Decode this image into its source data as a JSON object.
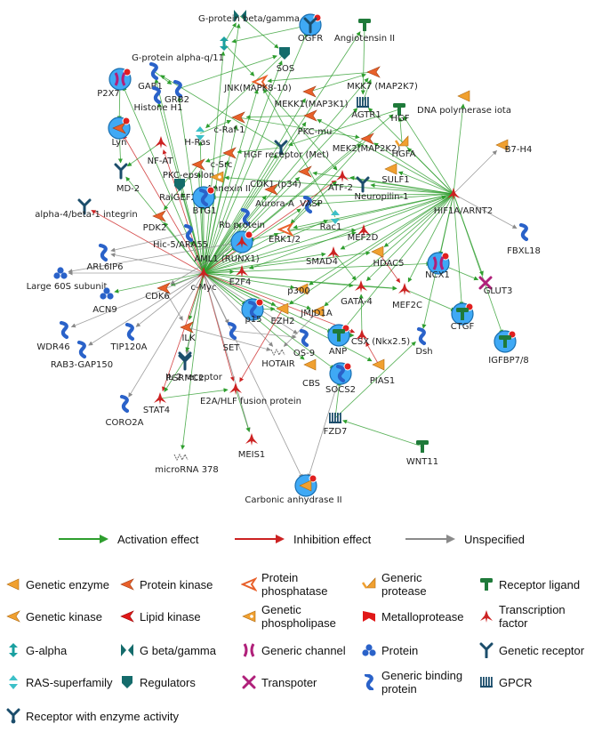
{
  "nodes": [
    {
      "id": "gbg",
      "label": "G-protein beta/gamma",
      "type": "g-beta-gamma"
    },
    {
      "id": "ogfr",
      "label": "OGFR",
      "type": "generic-receptor",
      "ring": true
    },
    {
      "id": "ang2",
      "label": "Angiotensin II",
      "type": "receptor-ligand"
    },
    {
      "id": "gaq",
      "label": "G-protein alpha-q/11",
      "type": "g-alpha"
    },
    {
      "id": "sos",
      "label": "SOS",
      "type": "regulators"
    },
    {
      "id": "gab1",
      "label": "GAB1",
      "type": "generic-binding-protein"
    },
    {
      "id": "p2x7",
      "label": "P2X7",
      "type": "generic-channel",
      "ring": true
    },
    {
      "id": "mkk7",
      "label": "MKK7 (MAP2K7)",
      "type": "protein-kinase"
    },
    {
      "id": "jnk",
      "label": "JNK(MAPK8-10)",
      "type": "protein-phosphatase"
    },
    {
      "id": "grb2",
      "label": "GRB2",
      "type": "generic-binding-protein"
    },
    {
      "id": "histone",
      "label": "Histone H1",
      "type": "generic-binding-protein"
    },
    {
      "id": "mekk1",
      "label": "MEKK1(MAP3K1)",
      "type": "protein-kinase"
    },
    {
      "id": "agtr1",
      "label": "AGTR1",
      "type": "gpcr"
    },
    {
      "id": "dnapol",
      "label": "DNA polymerase iota",
      "type": "genetic-enzyme"
    },
    {
      "id": "lyn",
      "label": "Lyn",
      "type": "protein-kinase",
      "ring": true
    },
    {
      "id": "craf",
      "label": "c-Raf-1",
      "type": "protein-kinase"
    },
    {
      "id": "pkcmu",
      "label": "PKC-mu",
      "type": "protein-kinase"
    },
    {
      "id": "hgf",
      "label": "HGF",
      "type": "receptor-ligand"
    },
    {
      "id": "hras",
      "label": "H-Ras",
      "type": "ras-superfamily"
    },
    {
      "id": "nfat",
      "label": "NF-AT",
      "type": "transcription-factor"
    },
    {
      "id": "csrc",
      "label": "c-Src",
      "type": "protein-kinase"
    },
    {
      "id": "hgfr",
      "label": "HGF receptor (Met)",
      "type": "receptor-enzyme"
    },
    {
      "id": "mek2",
      "label": "MEK2(MAP2K2)",
      "type": "protein-kinase"
    },
    {
      "id": "hgfa",
      "label": "HGFA",
      "type": "generic-protease"
    },
    {
      "id": "b7h4",
      "label": "B7-H4",
      "type": "genetic-enzyme"
    },
    {
      "id": "md2",
      "label": "MD-2",
      "type": "generic-receptor"
    },
    {
      "id": "pkceps",
      "label": "PKC-epsilon",
      "type": "protein-kinase"
    },
    {
      "id": "annexin",
      "label": "Annexin II",
      "type": "genetic-phospholipase"
    },
    {
      "id": "cdk1",
      "label": "CDK1 (p34)",
      "type": "protein-kinase"
    },
    {
      "id": "atf2",
      "label": "ATF-2",
      "type": "transcription-factor"
    },
    {
      "id": "sulf1",
      "label": "SULF1",
      "type": "genetic-enzyme"
    },
    {
      "id": "ralgef",
      "label": "RalGEF2",
      "type": "regulators"
    },
    {
      "id": "btg1",
      "label": "BTG1",
      "type": "generic-binding-protein",
      "ring": true
    },
    {
      "id": "aurora",
      "label": "Aurora-A",
      "type": "protein-kinase"
    },
    {
      "id": "vasp",
      "label": "VASP",
      "type": "generic-binding-protein"
    },
    {
      "id": "neuropilin",
      "label": "Neuropilin-1",
      "type": "generic-receptor"
    },
    {
      "id": "hif1a",
      "label": "HIF1A/ARNT2",
      "type": "transcription-factor"
    },
    {
      "id": "alpha4",
      "label": "alpha-4/beta-1 integrin",
      "type": "generic-receptor"
    },
    {
      "id": "pdk2",
      "label": "PDK2",
      "type": "protein-kinase"
    },
    {
      "id": "rbprot",
      "label": "Rb protein",
      "type": "generic-binding-protein"
    },
    {
      "id": "rac1",
      "label": "Rac1",
      "type": "ras-superfamily"
    },
    {
      "id": "hic5",
      "label": "Hic-5/ARA55",
      "type": "generic-binding-protein"
    },
    {
      "id": "erk12",
      "label": "ERK1/2",
      "type": "protein-phosphatase"
    },
    {
      "id": "mef2d",
      "label": "MEF2D",
      "type": "transcription-factor"
    },
    {
      "id": "fbxl18",
      "label": "FBXL18",
      "type": "generic-binding-protein"
    },
    {
      "id": "arl6ip6",
      "label": "ARL6IP6",
      "type": "generic-binding-protein"
    },
    {
      "id": "aml1",
      "label": "AML1 (RUNX1)",
      "type": "transcription-factor",
      "ring": true
    },
    {
      "id": "smad4",
      "label": "SMAD4",
      "type": "transcription-factor"
    },
    {
      "id": "hdac5",
      "label": "HDAC5",
      "type": "genetic-enzyme"
    },
    {
      "id": "ncx1",
      "label": "NCX1",
      "type": "generic-channel",
      "ring": true
    },
    {
      "id": "large60s",
      "label": "Large 60S subunit",
      "type": "protein"
    },
    {
      "id": "cmyc",
      "label": "c-Myc",
      "type": "transcription-factor"
    },
    {
      "id": "e2f4",
      "label": "E2F4",
      "type": "transcription-factor"
    },
    {
      "id": "glut3",
      "label": "GLUT3",
      "type": "transpoter"
    },
    {
      "id": "cdk6",
      "label": "CDK6",
      "type": "protein-kinase"
    },
    {
      "id": "p300",
      "label": "p300",
      "type": "genetic-enzyme"
    },
    {
      "id": "acn9",
      "label": "ACN9",
      "type": "protein"
    },
    {
      "id": "gata4",
      "label": "GATA-4",
      "type": "transcription-factor"
    },
    {
      "id": "mef2c",
      "label": "MEF2C",
      "type": "transcription-factor"
    },
    {
      "id": "ctgf",
      "label": "CTGF",
      "type": "receptor-ligand",
      "ring": true
    },
    {
      "id": "p15",
      "label": "p15",
      "type": "generic-binding-protein",
      "ring": true
    },
    {
      "id": "ezh2",
      "label": "EZH2",
      "type": "genetic-enzyme"
    },
    {
      "id": "jmjd1a",
      "label": "JMJD1A",
      "type": "genetic-enzyme"
    },
    {
      "id": "wdr46",
      "label": "WDR46",
      "type": "generic-binding-protein"
    },
    {
      "id": "tip120a",
      "label": "TIP120A",
      "type": "generic-binding-protein"
    },
    {
      "id": "ilk",
      "label": "ILK",
      "type": "protein-kinase"
    },
    {
      "id": "set",
      "label": "SET",
      "type": "generic-binding-protein"
    },
    {
      "id": "anp",
      "label": "ANP",
      "type": "receptor-ligand",
      "ring": true
    },
    {
      "id": "csx",
      "label": "CSX (Nkx2.5)",
      "type": "transcription-factor"
    },
    {
      "id": "dsh",
      "label": "Dsh",
      "type": "generic-binding-protein"
    },
    {
      "id": "igfbp",
      "label": "IGFBP7/8",
      "type": "receptor-ligand",
      "ring": true
    },
    {
      "id": "pgrmc2",
      "label": "PGRMC2",
      "type": "generic-receptor"
    },
    {
      "id": "hotair",
      "label": "HOTAIR",
      "type": "rna"
    },
    {
      "id": "os9",
      "label": "OS-9",
      "type": "generic-binding-protein"
    },
    {
      "id": "rab3",
      "label": "RAB3-GAP150",
      "type": "generic-binding-protein"
    },
    {
      "id": "il2r",
      "label": "IL-2 receptor",
      "type": "generic-receptor"
    },
    {
      "id": "cbs",
      "label": "CBS",
      "type": "genetic-enzyme"
    },
    {
      "id": "socs2",
      "label": "SOCS2",
      "type": "generic-binding-protein",
      "ring": true
    },
    {
      "id": "pias1",
      "label": "PIAS1",
      "type": "genetic-enzyme"
    },
    {
      "id": "stat4",
      "label": "STAT4",
      "type": "transcription-factor"
    },
    {
      "id": "e2a",
      "label": "E2A/HLF fusion protein",
      "type": "transcription-factor"
    },
    {
      "id": "coro2a",
      "label": "CORO2A",
      "type": "generic-binding-protein"
    },
    {
      "id": "fzd7",
      "label": "FZD7",
      "type": "gpcr"
    },
    {
      "id": "meis1",
      "label": "MEIS1",
      "type": "transcription-factor"
    },
    {
      "id": "wnt11",
      "label": "WNT11",
      "type": "receptor-ligand"
    },
    {
      "id": "mir378",
      "label": "microRNA 378",
      "type": "rna"
    },
    {
      "id": "carbonic",
      "label": "Carbonic anhydrase II",
      "type": "genetic-enzyme",
      "ring": true
    }
  ],
  "edges": [
    [
      "cmyc",
      "gab1",
      "act"
    ],
    [
      "cmyc",
      "grb2",
      "act"
    ],
    [
      "cmyc",
      "lyn",
      "inh"
    ],
    [
      "cmyc",
      "p2x7",
      "act"
    ],
    [
      "cmyc",
      "craf",
      "act"
    ],
    [
      "cmyc",
      "csrc",
      "act"
    ],
    [
      "cmyc",
      "hras",
      "act"
    ],
    [
      "cmyc",
      "nfat",
      "inh"
    ],
    [
      "cmyc",
      "hgfr",
      "act"
    ],
    [
      "cmyc",
      "pkcmu",
      "act"
    ],
    [
      "cmyc",
      "mekk1",
      "act"
    ],
    [
      "cmyc",
      "jnk",
      "act"
    ],
    [
      "cmyc",
      "sos",
      "act"
    ],
    [
      "cmyc",
      "ogfr",
      "act"
    ],
    [
      "cmyc",
      "gbg",
      "act"
    ],
    [
      "cmyc",
      "gaq",
      "act"
    ],
    [
      "cmyc",
      "agtr1",
      "act"
    ],
    [
      "cmyc",
      "ang2",
      "act"
    ],
    [
      "cmyc",
      "mkk7",
      "act"
    ],
    [
      "cmyc",
      "hgf",
      "act"
    ],
    [
      "cmyc",
      "cdk1",
      "act"
    ],
    [
      "cmyc",
      "aurora",
      "act"
    ],
    [
      "cmyc",
      "vasp",
      "act"
    ],
    [
      "cmyc",
      "atf2",
      "inh"
    ],
    [
      "cmyc",
      "mek2",
      "act"
    ],
    [
      "cmyc",
      "erk12",
      "act"
    ],
    [
      "cmyc",
      "mef2d",
      "act"
    ],
    [
      "cmyc",
      "hdac5",
      "act"
    ],
    [
      "cmyc",
      "rac1",
      "act"
    ],
    [
      "cmyc",
      "smad4",
      "act"
    ],
    [
      "cmyc",
      "p300",
      "act"
    ],
    [
      "cmyc",
      "gata4",
      "act"
    ],
    [
      "cmyc",
      "mef2c",
      "act"
    ],
    [
      "cmyc",
      "jmjd1a",
      "act"
    ],
    [
      "cmyc",
      "ezh2",
      "act"
    ],
    [
      "cmyc",
      "p15",
      "act"
    ],
    [
      "cmyc",
      "e2f4",
      "act"
    ],
    [
      "cmyc",
      "aml1",
      "act"
    ],
    [
      "cmyc",
      "hic5",
      "act"
    ],
    [
      "cmyc",
      "btg1",
      "act"
    ],
    [
      "cmyc",
      "rbprot",
      "act"
    ],
    [
      "cmyc",
      "pdk2",
      "act"
    ],
    [
      "cmyc",
      "ralgef",
      "act"
    ],
    [
      "cmyc",
      "alpha4",
      "inh"
    ],
    [
      "cmyc",
      "md2",
      "act"
    ],
    [
      "cmyc",
      "pkceps",
      "act"
    ],
    [
      "cmyc",
      "annexin",
      "act"
    ],
    [
      "cmyc",
      "histone",
      "act"
    ],
    [
      "cmyc",
      "cdk6",
      "act"
    ],
    [
      "cmyc",
      "arl6ip6",
      "uns"
    ],
    [
      "cmyc",
      "large60s",
      "uns"
    ],
    [
      "cmyc",
      "acn9",
      "act"
    ],
    [
      "cmyc",
      "wdr46",
      "uns"
    ],
    [
      "cmyc",
      "tip120a",
      "uns"
    ],
    [
      "cmyc",
      "rab3",
      "uns"
    ],
    [
      "cmyc",
      "pgrmc2",
      "uns"
    ],
    [
      "cmyc",
      "coro2a",
      "uns"
    ],
    [
      "cmyc",
      "ilk",
      "act"
    ],
    [
      "cmyc",
      "il2r",
      "act"
    ],
    [
      "cmyc",
      "set",
      "uns"
    ],
    [
      "cmyc",
      "stat4",
      "inh"
    ],
    [
      "cmyc",
      "e2a",
      "inh"
    ],
    [
      "cmyc",
      "mir378",
      "act"
    ],
    [
      "cmyc",
      "meis1",
      "uns"
    ],
    [
      "cmyc",
      "hotair",
      "uns"
    ],
    [
      "cmyc",
      "os9",
      "uns"
    ],
    [
      "cmyc",
      "cbs",
      "act"
    ],
    [
      "cmyc",
      "socs2",
      "act"
    ],
    [
      "cmyc",
      "carbonic",
      "uns"
    ],
    [
      "cmyc",
      "hif1a",
      "act"
    ],
    [
      "cmyc",
      "ncx1",
      "act"
    ],
    [
      "cmyc",
      "anp",
      "act"
    ],
    [
      "cmyc",
      "csx",
      "inh"
    ],
    [
      "cmyc",
      "pias1",
      "act"
    ],
    [
      "hif1a",
      "dnapol",
      "act"
    ],
    [
      "hif1a",
      "b7h4",
      "uns"
    ],
    [
      "hif1a",
      "fbxl18",
      "uns"
    ],
    [
      "hif1a",
      "glut3",
      "act"
    ],
    [
      "hif1a",
      "ncx1",
      "act"
    ],
    [
      "hif1a",
      "ctgf",
      "act"
    ],
    [
      "hif1a",
      "igfbp",
      "act"
    ],
    [
      "hif1a",
      "sulf1",
      "act"
    ],
    [
      "hif1a",
      "neuropilin",
      "act"
    ],
    [
      "hif1a",
      "hgfa",
      "act"
    ],
    [
      "hif1a",
      "hgf",
      "act"
    ],
    [
      "hif1a",
      "mef2c",
      "act"
    ],
    [
      "hif1a",
      "gata4",
      "act"
    ],
    [
      "hif1a",
      "p300",
      "act"
    ],
    [
      "hif1a",
      "smad4",
      "act"
    ],
    [
      "hif1a",
      "hdac5",
      "act"
    ],
    [
      "hif1a",
      "vasp",
      "act"
    ],
    [
      "hif1a",
      "atf2",
      "act"
    ],
    [
      "hif1a",
      "mek2",
      "act"
    ],
    [
      "hif1a",
      "annexin",
      "act"
    ],
    [
      "hif1a",
      "btg1",
      "act"
    ],
    [
      "hif1a",
      "cdk1",
      "act"
    ],
    [
      "hif1a",
      "erk12",
      "act"
    ],
    [
      "hif1a",
      "e2f4",
      "act"
    ],
    [
      "hif1a",
      "aml1",
      "act"
    ],
    [
      "hif1a",
      "anp",
      "act"
    ],
    [
      "hif1a",
      "jmjd1a",
      "act"
    ],
    [
      "hif1a",
      "pkcmu",
      "act"
    ],
    [
      "hif1a",
      "agtr1",
      "act"
    ],
    [
      "hif1a",
      "dsh",
      "act"
    ],
    [
      "hif1a",
      "ezh2",
      "act"
    ],
    [
      "ang2",
      "agtr1",
      "act"
    ],
    [
      "agtr1",
      "mkk7",
      "act"
    ],
    [
      "mkk7",
      "jnk",
      "act"
    ],
    [
      "mekk1",
      "mkk7",
      "act"
    ],
    [
      "sos",
      "hras",
      "act"
    ],
    [
      "grb2",
      "sos",
      "act"
    ],
    [
      "gab1",
      "grb2",
      "act"
    ],
    [
      "hras",
      "craf",
      "act"
    ],
    [
      "craf",
      "mek2",
      "act"
    ],
    [
      "mek2",
      "erk12",
      "act"
    ],
    [
      "hgf",
      "hgfr",
      "act"
    ],
    [
      "hgfa",
      "hgf",
      "act"
    ],
    [
      "hgfr",
      "gab1",
      "act"
    ],
    [
      "hgfr",
      "csrc",
      "act"
    ],
    [
      "csrc",
      "pkceps",
      "act"
    ],
    [
      "pkcmu",
      "craf",
      "act"
    ],
    [
      "gaq",
      "gbg",
      "act"
    ],
    [
      "gaq",
      "jnk",
      "act"
    ],
    [
      "gbg",
      "sos",
      "act"
    ],
    [
      "ogfr",
      "gaq",
      "act"
    ],
    [
      "p2x7",
      "lyn",
      "act"
    ],
    [
      "lyn",
      "md2",
      "act"
    ],
    [
      "nfat",
      "md2",
      "act"
    ],
    [
      "pkceps",
      "pdk2",
      "act"
    ],
    [
      "erk12",
      "atf2",
      "act"
    ],
    [
      "erk12",
      "mef2d",
      "act"
    ],
    [
      "jnk",
      "atf2",
      "act"
    ],
    [
      "rac1",
      "jnk",
      "act"
    ],
    [
      "aml1",
      "cdk6",
      "uns"
    ],
    [
      "cdk6",
      "ilk",
      "uns"
    ],
    [
      "gata4",
      "mef2c",
      "act"
    ],
    [
      "csx",
      "gata4",
      "act"
    ],
    [
      "anp",
      "csx",
      "act"
    ],
    [
      "pias1",
      "csx",
      "inh"
    ],
    [
      "wnt11",
      "fzd7",
      "act"
    ],
    [
      "fzd7",
      "dsh",
      "act"
    ],
    [
      "fzd7",
      "socs2",
      "act"
    ],
    [
      "socs2",
      "carbonic",
      "uns"
    ],
    [
      "ezh2",
      "e2a",
      "inh"
    ],
    [
      "stat4",
      "e2a",
      "act"
    ],
    [
      "il2r",
      "stat4",
      "act"
    ],
    [
      "e2a",
      "meis1",
      "act"
    ],
    [
      "p15",
      "ezh2",
      "act"
    ],
    [
      "jmjd1a",
      "hotair",
      "uns"
    ],
    [
      "mef2c",
      "ctgf",
      "act"
    ],
    [
      "ncx1",
      "glut3",
      "act"
    ],
    [
      "smad4",
      "gata4",
      "act"
    ],
    [
      "hdac5",
      "mef2c",
      "inh"
    ],
    [
      "hic5",
      "arl6ip6",
      "uns"
    ],
    [
      "aml1",
      "large60s",
      "uns"
    ],
    [
      "ilk",
      "hotair",
      "uns"
    ],
    [
      "set",
      "os9",
      "uns"
    ]
  ],
  "edge_legend": [
    {
      "key": "act",
      "label": "Activation effect",
      "color": "#2e9e2e"
    },
    {
      "key": "inh",
      "label": "Inhibition effect",
      "color": "#cc2222"
    },
    {
      "key": "uns",
      "label": "Unspecified",
      "color": "#8a8a8a"
    }
  ],
  "node_legend": [
    {
      "type": "genetic-enzyme",
      "label": "Genetic enzyme"
    },
    {
      "type": "protein-kinase",
      "label": "Protein kinase"
    },
    {
      "type": "protein-phosphatase",
      "label": "Protein phosphatase"
    },
    {
      "type": "generic-protease",
      "label": "Generic protease"
    },
    {
      "type": "receptor-ligand",
      "label": "Receptor ligand"
    },
    {
      "type": "genetic-kinase",
      "label": "Genetic kinase"
    },
    {
      "type": "lipid-kinase",
      "label": "Lipid kinase"
    },
    {
      "type": "genetic-phospholipase",
      "label": "Genetic phospholipase"
    },
    {
      "type": "metalloprotease",
      "label": "Metalloprotease"
    },
    {
      "type": "transcription-factor",
      "label": "Transcription factor"
    },
    {
      "type": "g-alpha",
      "label": "G-alpha"
    },
    {
      "type": "g-beta-gamma",
      "label": "G beta/gamma"
    },
    {
      "type": "generic-channel",
      "label": "Generic channel"
    },
    {
      "type": "protein",
      "label": "Protein"
    },
    {
      "type": "generic-receptor",
      "label": "Genetic receptor"
    },
    {
      "type": "ras-superfamily",
      "label": "RAS-superfamily"
    },
    {
      "type": "regulators",
      "label": "Regulators"
    },
    {
      "type": "transpoter",
      "label": "Transpoter"
    },
    {
      "type": "generic-binding-protein",
      "label": "Generic binding protein"
    },
    {
      "type": "gpcr",
      "label": "GPCR"
    },
    {
      "type": "receptor-enzyme",
      "label": "Receptor with enzyme activity"
    }
  ],
  "colors": {
    "ring_fill": "#3fa9f5",
    "ring_stroke": "#1a6fb0",
    "marker": "#e02020",
    "enzyme": "#f0a030",
    "kinase": "#e8602a",
    "ligand": "#1f7a3a",
    "teal": "#1aa0a0",
    "dark_teal": "#146b6b",
    "receptor": "#1b4d6b",
    "binding": "#2a62c9",
    "magenta": "#b0207a",
    "tf": "#cc2222",
    "rna": "#666666"
  }
}
